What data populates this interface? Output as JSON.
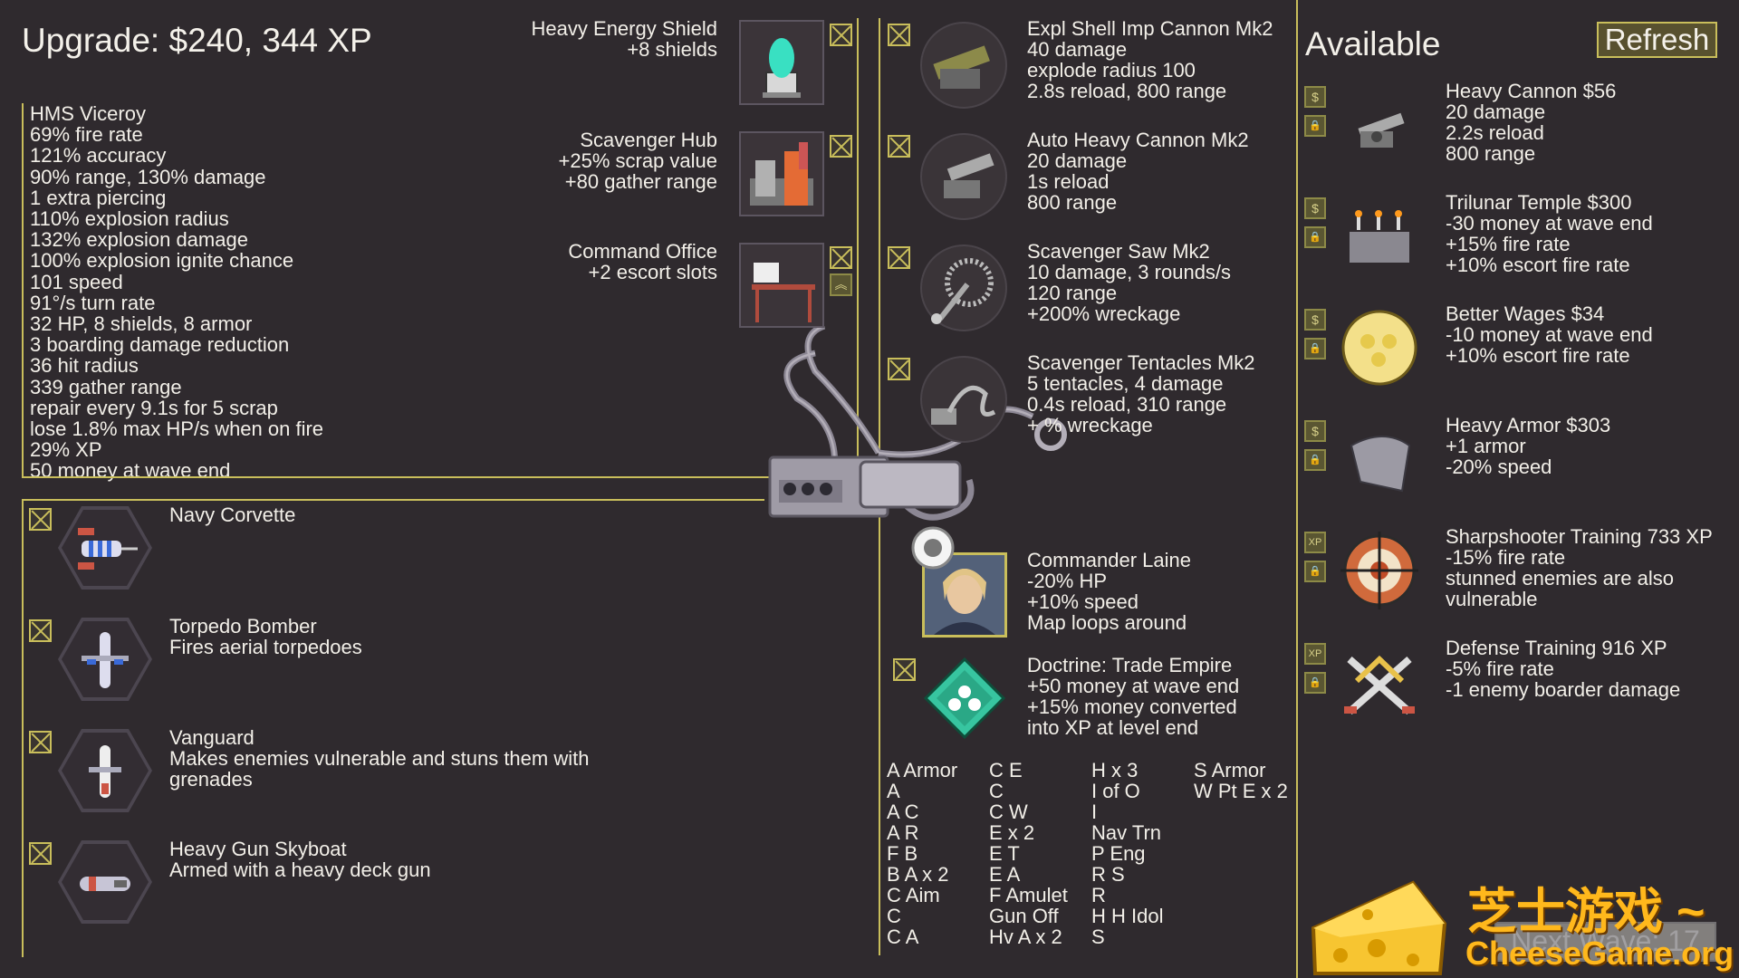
{
  "header": {
    "title": "Upgrade: $240, 344 XP"
  },
  "ship_stats": {
    "lines": [
      "HMS Viceroy",
      "69% fire rate",
      "121% accuracy",
      "90% range, 130% damage",
      "1 extra piercing",
      "110% explosion radius",
      "132% explosion damage",
      "100% explosion ignite chance",
      "101 speed",
      "91°/s turn rate",
      "32 HP, 8 shields, 8 armor",
      "3 boarding damage reduction",
      "36 hit radius",
      "339 gather range",
      "repair every 9.1s for 5 scrap",
      "lose 1.8% max HP/s when on fire",
      "29% XP",
      "50 money at wave end"
    ]
  },
  "modules": [
    {
      "name": "Heavy Energy Shield",
      "desc": [
        "+8 shields"
      ]
    },
    {
      "name": "Scavenger Hub",
      "desc": [
        "+25% scrap value",
        "+80 gather range"
      ]
    },
    {
      "name": "Command Office",
      "desc": [
        "+2 escort slots"
      ]
    }
  ],
  "weapons": [
    {
      "name": "Expl Shell Imp Cannon Mk2",
      "desc": [
        "40 damage",
        "explode radius 100",
        "2.8s reload, 800 range"
      ]
    },
    {
      "name": "Auto Heavy Cannon Mk2",
      "desc": [
        "20 damage",
        "1s reload",
        "800 range"
      ]
    },
    {
      "name": "Scavenger Saw Mk2",
      "desc": [
        "10 damage, 3 rounds/s",
        "120 range",
        "+200% wreckage"
      ]
    },
    {
      "name": "Scavenger Tentacles Mk2",
      "desc": [
        "5 tentacles, 4 damage",
        "0.4s reload, 310 range",
        "+ % wreckage"
      ]
    }
  ],
  "commander": {
    "name": "Commander Laine",
    "desc": [
      "-20% HP",
      "+10% speed",
      "Map loops around"
    ]
  },
  "doctrine": {
    "name": "Doctrine: Trade Empire",
    "desc": [
      "+50 money at wave end",
      "+15% money converted",
      "into XP at level end"
    ]
  },
  "escorts": [
    {
      "name": "Navy Corvette",
      "desc": ""
    },
    {
      "name": "Torpedo Bomber",
      "desc": "Fires aerial torpedoes"
    },
    {
      "name": "Vanguard",
      "desc": "Makes enemies vulnerable and stuns them with grenades"
    },
    {
      "name": "Heavy Gun Skyboat",
      "desc": "Armed with a heavy deck gun"
    }
  ],
  "codes": {
    "col1": [
      "A Armor",
      "A",
      "A C",
      "A R",
      "F B",
      "B A x 2",
      "C Aim",
      "C",
      "C A"
    ],
    "col2": [
      "C E",
      "C",
      "C W",
      "E x 2",
      "E T",
      "E A",
      "F Amulet",
      "Gun Off",
      "Hv A x 2"
    ],
    "col3": [
      "H x 3",
      "I of O",
      "I",
      "Nav Trn",
      "P Eng",
      "R S",
      "R",
      "H H Idol",
      "S"
    ],
    "col4": [
      "S Armor",
      "W Pt E x 2"
    ]
  },
  "available": {
    "title": "Available",
    "refresh_label": "Refresh",
    "items": [
      {
        "currency": "$",
        "name": "Heavy Cannon $56",
        "desc": [
          "20 damage",
          "2.2s reload",
          "800 range"
        ]
      },
      {
        "currency": "$",
        "name": "Trilunar Temple $300",
        "desc": [
          "-30 money at wave end",
          "+15% fire rate",
          "+10% escort fire rate"
        ]
      },
      {
        "currency": "$",
        "name": "Better Wages $34",
        "desc": [
          "-10 money at wave end",
          "+10% escort fire rate"
        ]
      },
      {
        "currency": "$",
        "name": "Heavy Armor $303",
        "desc": [
          "+1 armor",
          "-20% speed"
        ]
      },
      {
        "currency": "XP",
        "name": "Sharpshooter Training 733 XP",
        "desc": [
          "-15% fire rate",
          "stunned enemies are also",
          "vulnerable"
        ]
      },
      {
        "currency": "XP",
        "name": "Defense Training 916 XP",
        "desc": [
          "-5% fire rate",
          "-1 enemy boarder damage"
        ]
      }
    ]
  },
  "footer": {
    "next_wave": "Next Wave: 17"
  },
  "watermark": {
    "cn": "芝士游戏 ~",
    "url": "CheeseGame.org"
  },
  "colors": {
    "background": "#2f2a2e",
    "accent": "#c9be5b",
    "text": "#f2efe8"
  }
}
